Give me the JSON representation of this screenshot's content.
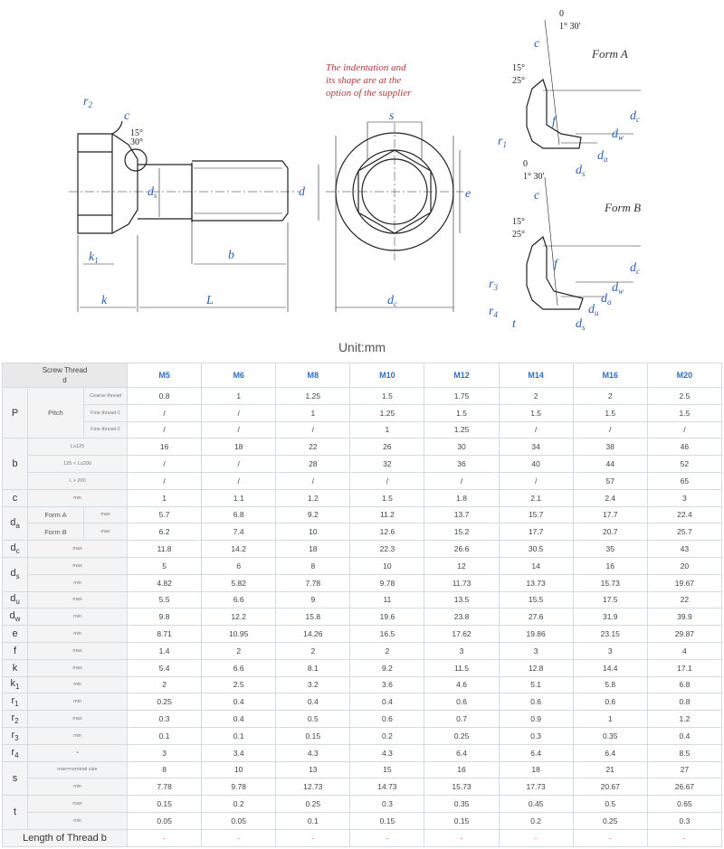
{
  "drawing": {
    "note_line1": "The indentation and",
    "note_line2": "its shape are at the",
    "note_line3": "option of the supplier",
    "form_a": "Form A",
    "form_b": "Form B",
    "labels": {
      "r2": "r",
      "r2_sub": "2",
      "c": "c",
      "ang15": "15°",
      "ang30": "30°",
      "ds": "d",
      "ds_sub": "s",
      "d": "d",
      "k1": "k",
      "k1_sub": "1",
      "b": "b",
      "k": "k",
      "L": "L",
      "s": "s",
      "e": "e",
      "dc": "d",
      "dc_sub": "c",
      "zero": "0",
      "one30": "1° 30′",
      "ang25": "25°",
      "f": "f",
      "r1": "r",
      "r1_sub": "1",
      "dw": "d",
      "dw_sub": "w",
      "da": "d",
      "da_sub": "a",
      "r3": "r",
      "r3_sub": "3",
      "r4": "r",
      "r4_sub": "4",
      "t": "t",
      "du": "d",
      "du_sub": "u"
    }
  },
  "unit_label": "Unit:mm",
  "table": {
    "header_label_line1": "Screw Thread",
    "header_label_line2": "d",
    "sizes": [
      "M5",
      "M6",
      "M8",
      "M10",
      "M12",
      "M14",
      "M16",
      "M20"
    ],
    "P": {
      "label": "P",
      "sub_label": "Pitch",
      "rows": [
        {
          "cond": "Coarse thread",
          "values": [
            "0.8",
            "1",
            "1.25",
            "1.5",
            "1.75",
            "2",
            "2",
            "2.5"
          ]
        },
        {
          "cond": "Fine thread-1",
          "values": [
            "/",
            "/",
            "1",
            "1.25",
            "1.5",
            "1.5",
            "1.5",
            "1.5"
          ]
        },
        {
          "cond": "Fine thread-2",
          "values": [
            "/",
            "/",
            "/",
            "1",
            "1.25",
            "/",
            "/",
            "/"
          ]
        }
      ]
    },
    "b": {
      "label": "b",
      "rows": [
        {
          "cond": "L≤125",
          "values": [
            "16",
            "18",
            "22",
            "26",
            "30",
            "34",
            "38",
            "46"
          ]
        },
        {
          "cond": "125 < L≤200",
          "values": [
            "/",
            "/",
            "28",
            "32",
            "36",
            "40",
            "44",
            "52"
          ]
        },
        {
          "cond": "L > 200",
          "values": [
            "/",
            "/",
            "/",
            "/",
            "/",
            "/",
            "57",
            "65"
          ]
        }
      ]
    },
    "c": {
      "label": "c",
      "cond": "min",
      "values": [
        "1",
        "1.1",
        "1.2",
        "1.5",
        "1.8",
        "2.1",
        "2.4",
        "3"
      ]
    },
    "da": {
      "label": "d",
      "label_sub": "a",
      "rows": [
        {
          "form": "Form A",
          "cond": "max",
          "values": [
            "5.7",
            "6.8",
            "9.2",
            "11.2",
            "13.7",
            "15.7",
            "17.7",
            "22.4"
          ]
        },
        {
          "form": "Form B",
          "cond": "max",
          "values": [
            "6.2",
            "7.4",
            "10",
            "12.6",
            "15.2",
            "17.7",
            "20.7",
            "25.7"
          ]
        }
      ]
    },
    "dc": {
      "label": "d",
      "label_sub": "c",
      "cond": "max",
      "values": [
        "11.8",
        "14.2",
        "18",
        "22.3",
        "26.6",
        "30.5",
        "35",
        "43"
      ]
    },
    "ds": {
      "label": "d",
      "label_sub": "s",
      "rows": [
        {
          "cond": "max",
          "values": [
            "5",
            "6",
            "8",
            "10",
            "12",
            "14",
            "16",
            "20"
          ]
        },
        {
          "cond": "min",
          "values": [
            "4.82",
            "5.82",
            "7.78",
            "9.78",
            "11.73",
            "13.73",
            "15.73",
            "19.67"
          ]
        }
      ]
    },
    "du": {
      "label": "d",
      "label_sub": "u",
      "cond": "max",
      "values": [
        "5.5",
        "6.6",
        "9",
        "11",
        "13.5",
        "15.5",
        "17.5",
        "22"
      ]
    },
    "dw": {
      "label": "d",
      "label_sub": "w",
      "cond": "min",
      "values": [
        "9.8",
        "12.2",
        "15.8",
        "19.6",
        "23.8",
        "27.6",
        "31.9",
        "39.9"
      ]
    },
    "e": {
      "label": "e",
      "cond": "min",
      "values": [
        "8.71",
        "10.95",
        "14.26",
        "16.5",
        "17.62",
        "19.86",
        "23.15",
        "29.87"
      ]
    },
    "f": {
      "label": "f",
      "cond": "max",
      "values": [
        "1.4",
        "2",
        "2",
        "2",
        "3",
        "3",
        "3",
        "4"
      ]
    },
    "k": {
      "label": "k",
      "cond": "max",
      "values": [
        "5.4",
        "6.6",
        "8.1",
        "9.2",
        "11.5",
        "12.8",
        "14.4",
        "17.1"
      ]
    },
    "k1": {
      "label": "k",
      "label_sub": "1",
      "cond": "min",
      "values": [
        "2",
        "2.5",
        "3.2",
        "3.6",
        "4.6",
        "5.1",
        "5.8",
        "6.8"
      ]
    },
    "r1": {
      "label": "r",
      "label_sub": "1",
      "cond": "min",
      "values": [
        "0.25",
        "0.4",
        "0.4",
        "0.4",
        "0.6",
        "0.6",
        "0.6",
        "0.8"
      ]
    },
    "r2": {
      "label": "r",
      "label_sub": "2",
      "cond": "max",
      "values": [
        "0.3",
        "0.4",
        "0.5",
        "0.6",
        "0.7",
        "0.9",
        "1",
        "1.2"
      ]
    },
    "r3": {
      "label": "r",
      "label_sub": "3",
      "cond": "min",
      "values": [
        "0.1",
        "0.1",
        "0.15",
        "0.2",
        "0.25",
        "0.3",
        "0.35",
        "0.4"
      ]
    },
    "r4": {
      "label": "r",
      "label_sub": "4",
      "cond": "≈",
      "values": [
        "3",
        "3.4",
        "4.3",
        "4.3",
        "6.4",
        "6.4",
        "6.4",
        "8.5"
      ]
    },
    "s": {
      "label": "s",
      "rows": [
        {
          "cond": "max=nominal size",
          "values": [
            "8",
            "10",
            "13",
            "15",
            "16",
            "18",
            "21",
            "27"
          ]
        },
        {
          "cond": "min",
          "values": [
            "7.78",
            "9.78",
            "12.73",
            "14.73",
            "15.73",
            "17.73",
            "20.67",
            "26.67"
          ]
        }
      ]
    },
    "t": {
      "label": "t",
      "rows": [
        {
          "cond": "max",
          "values": [
            "0.15",
            "0.2",
            "0.25",
            "0.3",
            "0.35",
            "0.45",
            "0.5",
            "0.65"
          ]
        },
        {
          "cond": "min",
          "values": [
            "0.05",
            "0.05",
            "0.1",
            "0.15",
            "0.15",
            "0.2",
            "0.25",
            "0.3"
          ]
        }
      ]
    },
    "thread_length": {
      "label": "Length of Thread b",
      "values": [
        "-",
        "-",
        "-",
        "-",
        "-",
        "-",
        "-",
        "-"
      ]
    },
    "colors": {
      "size_header": "#2f6fc4",
      "dash": "#d9534f",
      "label_bg": "#f4f4f4"
    }
  }
}
